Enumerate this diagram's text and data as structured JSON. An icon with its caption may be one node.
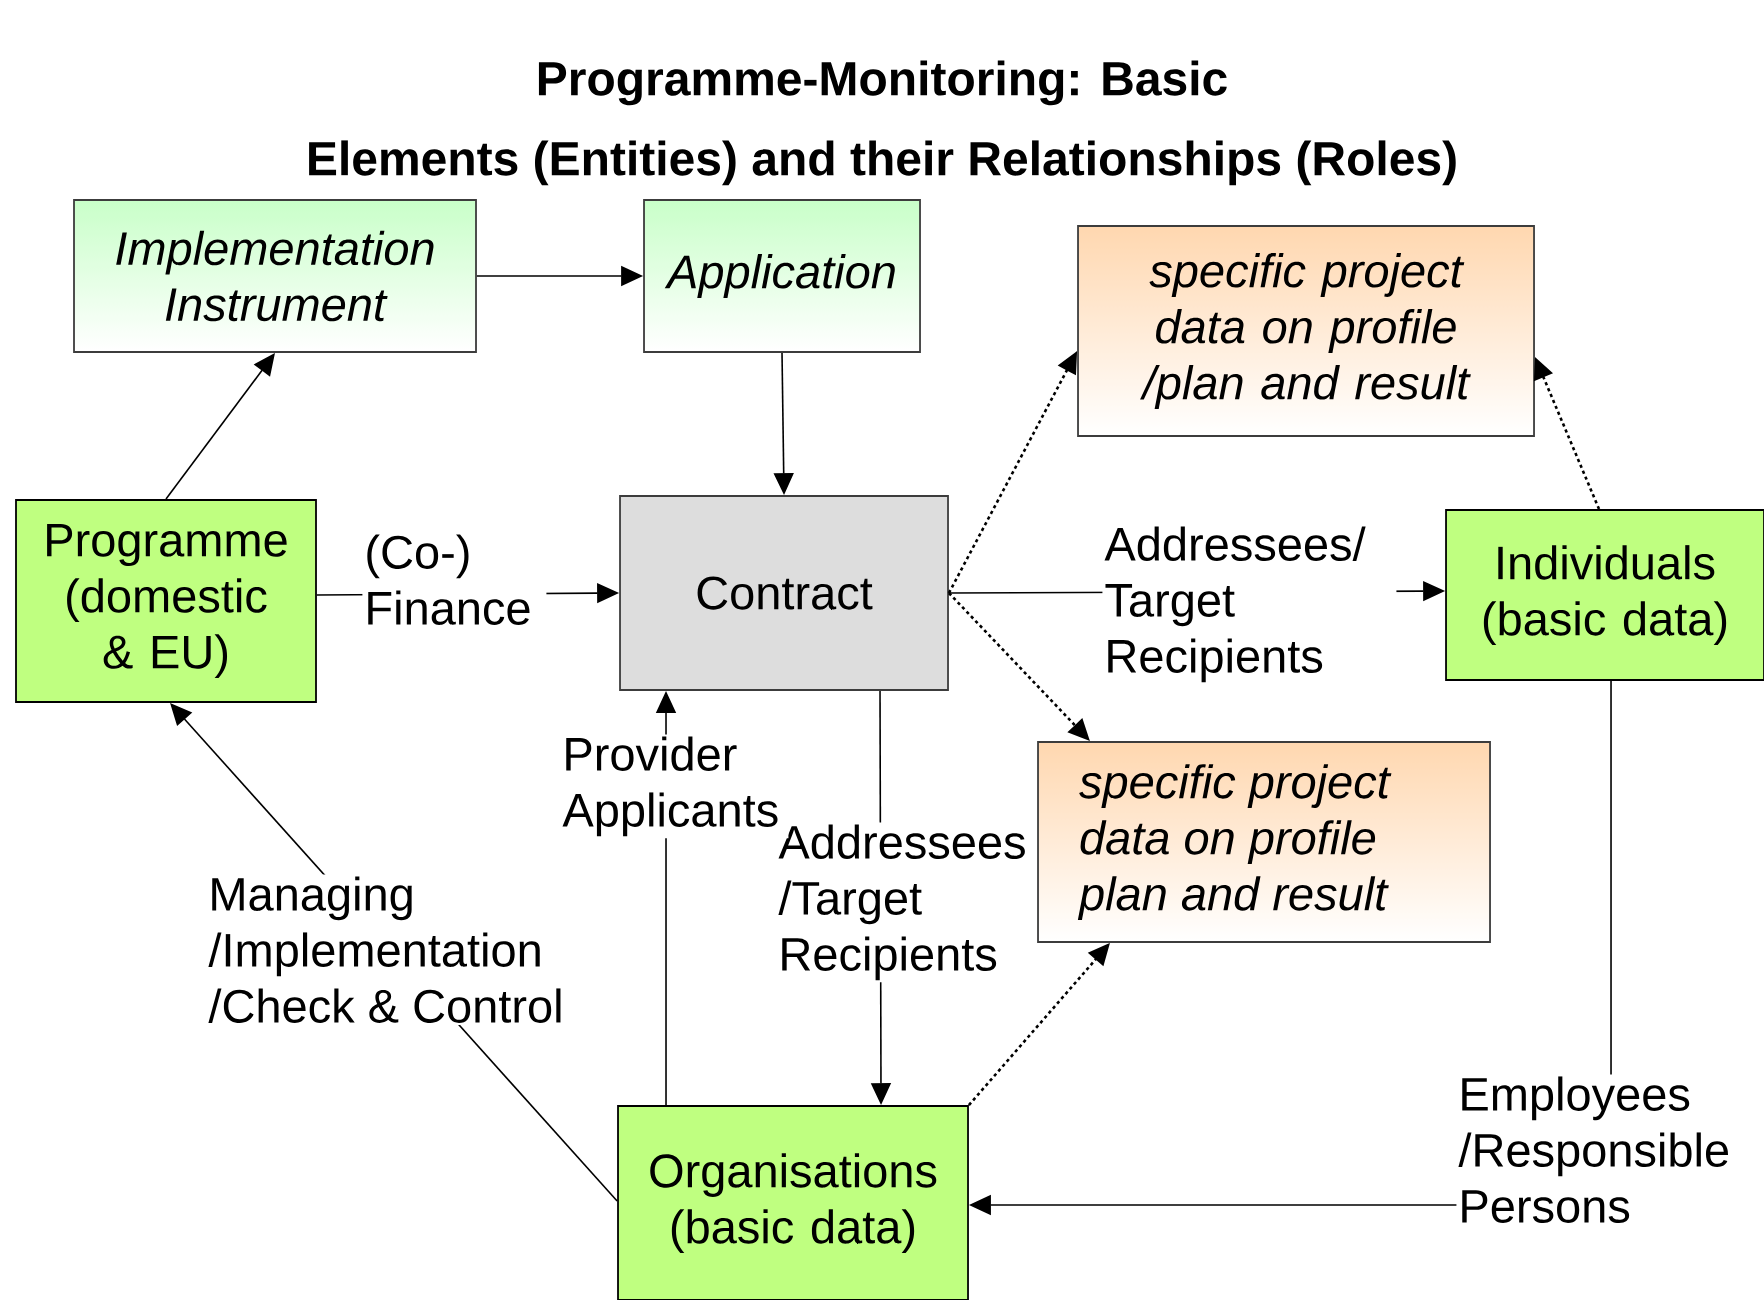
{
  "diagram": {
    "title": "Programme-Monitoring: Basic Elements (Entities) and their Relationships (Roles)",
    "nodes": [
      {
        "text": [
          "Implementation Instrument"
        ]
      },
      {
        "text": [
          "Application"
        ]
      },
      {
        "text": [
          "specific project data on profile /plan and result"
        ]
      },
      {
        "text": [
          "Programme (domestic & EU)"
        ]
      },
      {
        "text": [
          "Contract"
        ]
      },
      {
        "text": [
          "Individuals (basic data)"
        ]
      },
      {
        "text": [
          "specific project data on profile plan and result"
        ]
      },
      {
        "text": [
          "Organisations (basic data)"
        ]
      }
    ],
    "edges": [
      {
        "from": 0,
        "to": 1,
        "arrow": "to"
      },
      {
        "from": 3,
        "to": 0,
        "arrow": "to"
      },
      {
        "from": 1,
        "to": 4,
        "arrow": "to"
      },
      {
        "from": 3,
        "to": 4,
        "arrow": "to",
        "label": "(Co-) Finance"
      },
      {
        "from": 4,
        "to": 5,
        "arrow": "to",
        "label": "Addressees/ Target Recipients"
      },
      {
        "from": 4,
        "to": 2,
        "arrow": "to",
        "style": "dashed"
      },
      {
        "from": 4,
        "to": 6,
        "arrow": "to",
        "style": "dashed"
      },
      {
        "from": 5,
        "to": 2,
        "arrow": "to",
        "style": "dashed"
      },
      {
        "from": 4,
        "to": 7,
        "arrow": "to",
        "label": "Addressees /Target Recipients"
      },
      {
        "from": 7,
        "to": 4,
        "arrow": "to",
        "label": "Provider Applicants"
      },
      {
        "from": 7,
        "to": 3,
        "arrow": "to",
        "label": "Managing /Implementation /Check & Control"
      },
      {
        "from": 7,
        "to": 6,
        "arrow": "to",
        "style": "dashed"
      },
      {
        "from": 5,
        "to": 7,
        "arrow": "to",
        "label": "Employees /Responsible Persons"
      }
    ]
  }
}
